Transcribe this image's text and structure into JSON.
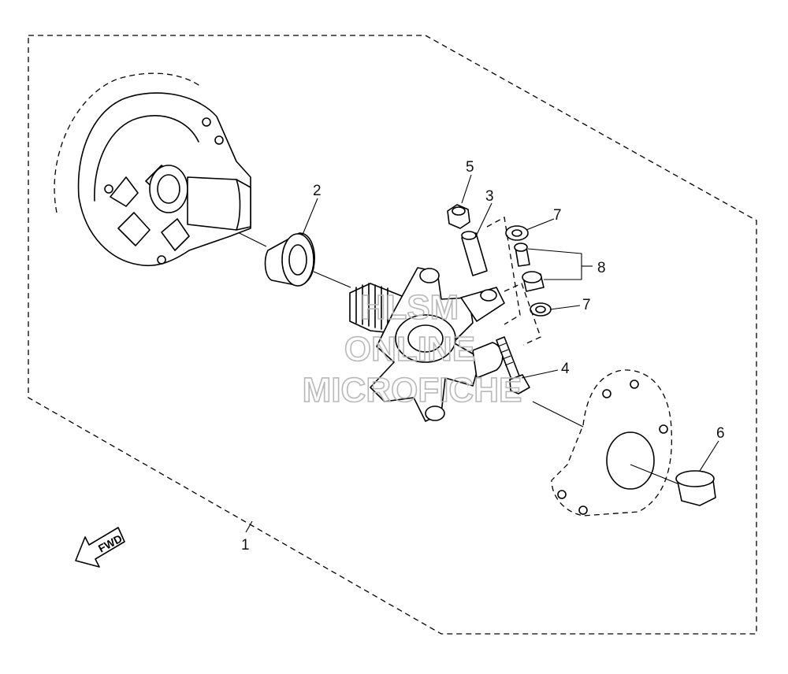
{
  "callouts": {
    "c1": "1",
    "c2": "2",
    "c3": "3",
    "c4": "4",
    "c5": "5",
    "c6": "6",
    "c7a": "7",
    "c7b": "7",
    "c8": "8"
  },
  "fwd_label": "FWD",
  "watermark": {
    "line1": "HLSM",
    "line2": "ONLINE",
    "line3": "MICROFICHE"
  },
  "colors": {
    "line": "#000000",
    "background": "#ffffff",
    "watermark": "#b8b8b8"
  }
}
